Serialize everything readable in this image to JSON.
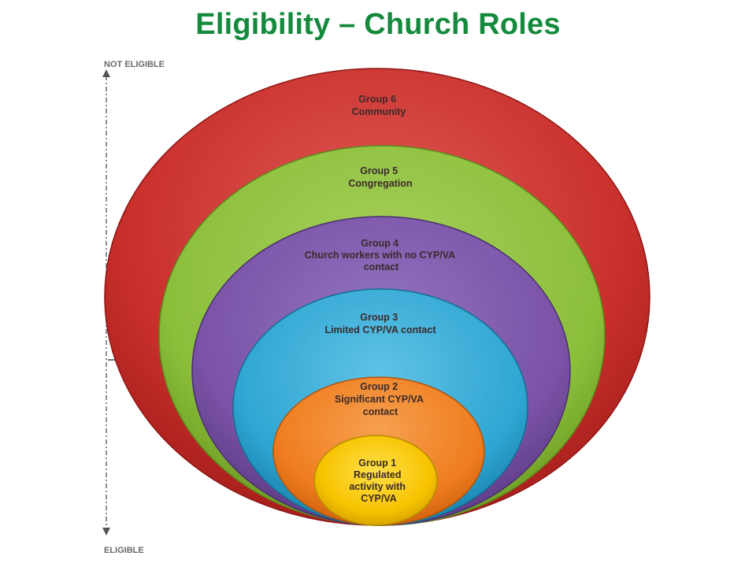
{
  "title": "Eligibility – Church Roles",
  "axis": {
    "top_label": "NOT ELIGIBLE",
    "bottom_label": "ELIGIBLE"
  },
  "groups": [
    {
      "name": "Group 6",
      "lines": [
        "Community"
      ],
      "color": "#c9302c"
    },
    {
      "name": "Group 5",
      "lines": [
        "Congregation"
      ],
      "color": "#8bbf3a"
    },
    {
      "name": "Group 4",
      "lines": [
        "Church workers with no CYP/VA",
        "contact"
      ],
      "color": "#7a52a6"
    },
    {
      "name": "Group 3",
      "lines": [
        "Limited CYP/VA contact"
      ],
      "color": "#2fa6d2"
    },
    {
      "name": "Group 2",
      "lines": [
        "Significant CYP/VA",
        "contact"
      ],
      "color": "#ef7d1f"
    },
    {
      "name": "Group 1",
      "lines": [
        "Regulated",
        "activity with",
        "CYP/VA"
      ],
      "color": "#f7c300"
    }
  ]
}
